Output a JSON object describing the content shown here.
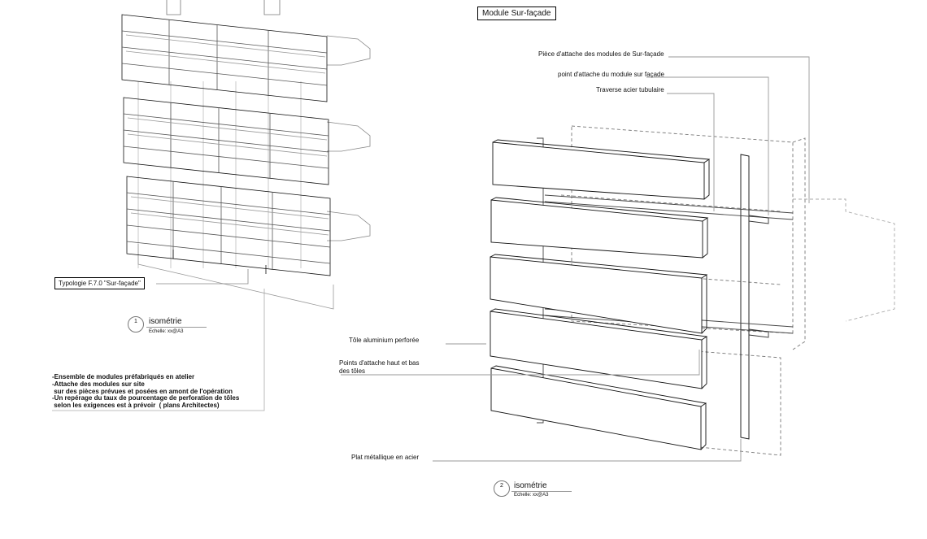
{
  "header": {
    "title": "Module Sur-façade"
  },
  "left_view": {
    "typology_label": "Typologie F.7.0 \"Sur-façade\"",
    "view_number": "1",
    "view_title": "isométrie",
    "view_scale": "Echelle: xx@A3"
  },
  "right_view": {
    "view_number": "2",
    "view_title": "isométrie",
    "view_scale": "Echelle: xx@A3"
  },
  "annotations": {
    "piece_attache": "Pièce d'attache des modules de Sur-façade",
    "point_attache": "point d'attache du module sur façade",
    "traverse": "Traverse acier tubulaire",
    "tole_perforee": "Tôle aluminium perforée",
    "points_attache_line1": "Points d'attache haut et bas",
    "points_attache_line2": "des tôles",
    "plat_metallique": "Plat métallique en acier"
  },
  "notes": [
    "-Ensemble de modules préfabriqués en atelier",
    "-Attache des modules sur site",
    " sur des pièces prévues et posées en amont de l'opération",
    "-Un repérage du taux de pourcentage de perforation de tôles",
    " selon les exigences est à prévoir  ( plans Architectes)"
  ]
}
